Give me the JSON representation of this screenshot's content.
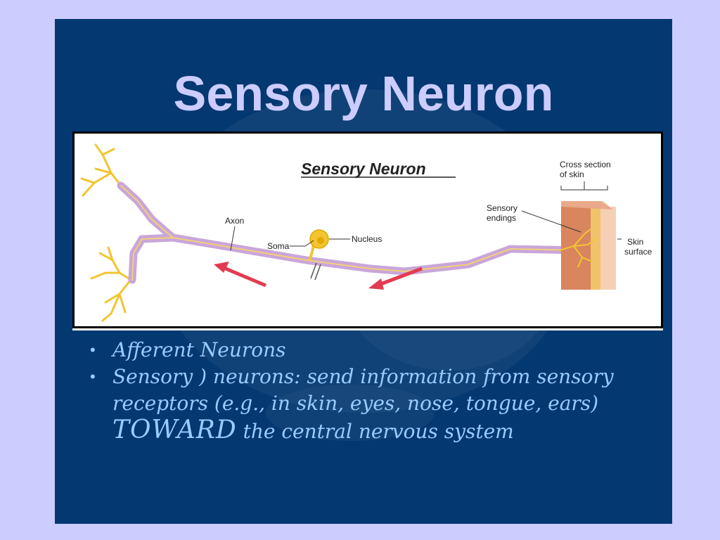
{
  "slide": {
    "title": "Sensory Neuron",
    "colors": {
      "background": "#043871",
      "frame": "#ccccff",
      "title": "#ccccff",
      "bullet_text": "#99ccff"
    }
  },
  "figure": {
    "heading": "Sensory Neuron",
    "labels": {
      "axon": "Axon",
      "soma": "Soma",
      "nucleus": "Nucleus",
      "cross_section_line1": "Cross section",
      "cross_section_line2": "of skin",
      "sensory_endings_line1": "Sensory",
      "sensory_endings_line2": "endings",
      "skin_surface_line1": "Skin",
      "skin_surface_line2": "surface"
    }
  },
  "bullets": {
    "item1": "Afferent Neurons",
    "item2_part1": "Sensory ) neurons: send information from sensory receptors (e.g., in skin, eyes, nose, tongue, ears) ",
    "item2_emphasis": "TOWARD",
    "item2_part2": " the central nervous system",
    "bullet_glyph": "•"
  }
}
